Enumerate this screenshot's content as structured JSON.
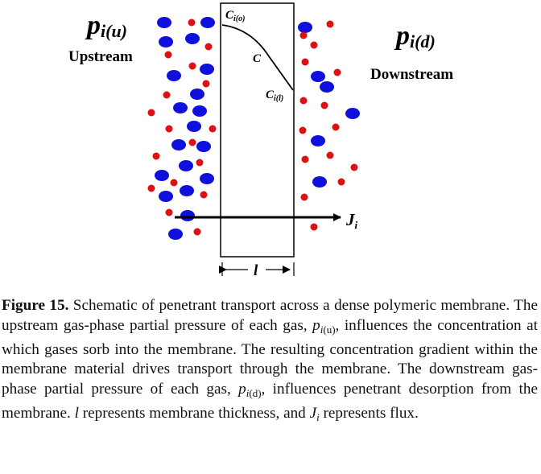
{
  "diagram": {
    "upstream_pressure": {
      "base": "p",
      "sub": "i(u)"
    },
    "downstream_pressure": {
      "base": "p",
      "sub": "i(d)"
    },
    "upstream_label": "Upstream",
    "downstream_label": "Downstream",
    "conc_top": {
      "base": "C",
      "sub": "i(o)"
    },
    "conc_mid": "C",
    "conc_bottom": {
      "base": "C",
      "sub": "i(l)"
    },
    "flux": {
      "base": "J",
      "sub": "i"
    },
    "thickness": "l",
    "colors": {
      "blue_molecule": "#1010dd",
      "red_molecule": "#dd1111",
      "line": "#000000"
    }
  },
  "caption": {
    "label": "Figure 15.",
    "part1": " Schematic of penetrant transport across a dense polymeric membrane. The upstream gas-phase partial pressure of each gas, ",
    "p_up_base": "p",
    "p_up_sub_open": "i",
    "p_up_sub_rest": "(u)",
    "part2": ", influences the concentration at which gases sorb into the membrane. The resulting concentration gradient within the membrane material drives transport through the membrane. The downstream gas-phase partial pressure of each gas, ",
    "p_down_base": "p",
    "p_down_sub_open": "i",
    "p_down_sub_rest": "(d)",
    "part3": ", influences penetrant desorption from the membrane. ",
    "l_symbol": "l",
    "part4": " represents membrane thickness, and ",
    "j_base": "J",
    "j_sub": "i",
    "part5": " represents flux."
  }
}
